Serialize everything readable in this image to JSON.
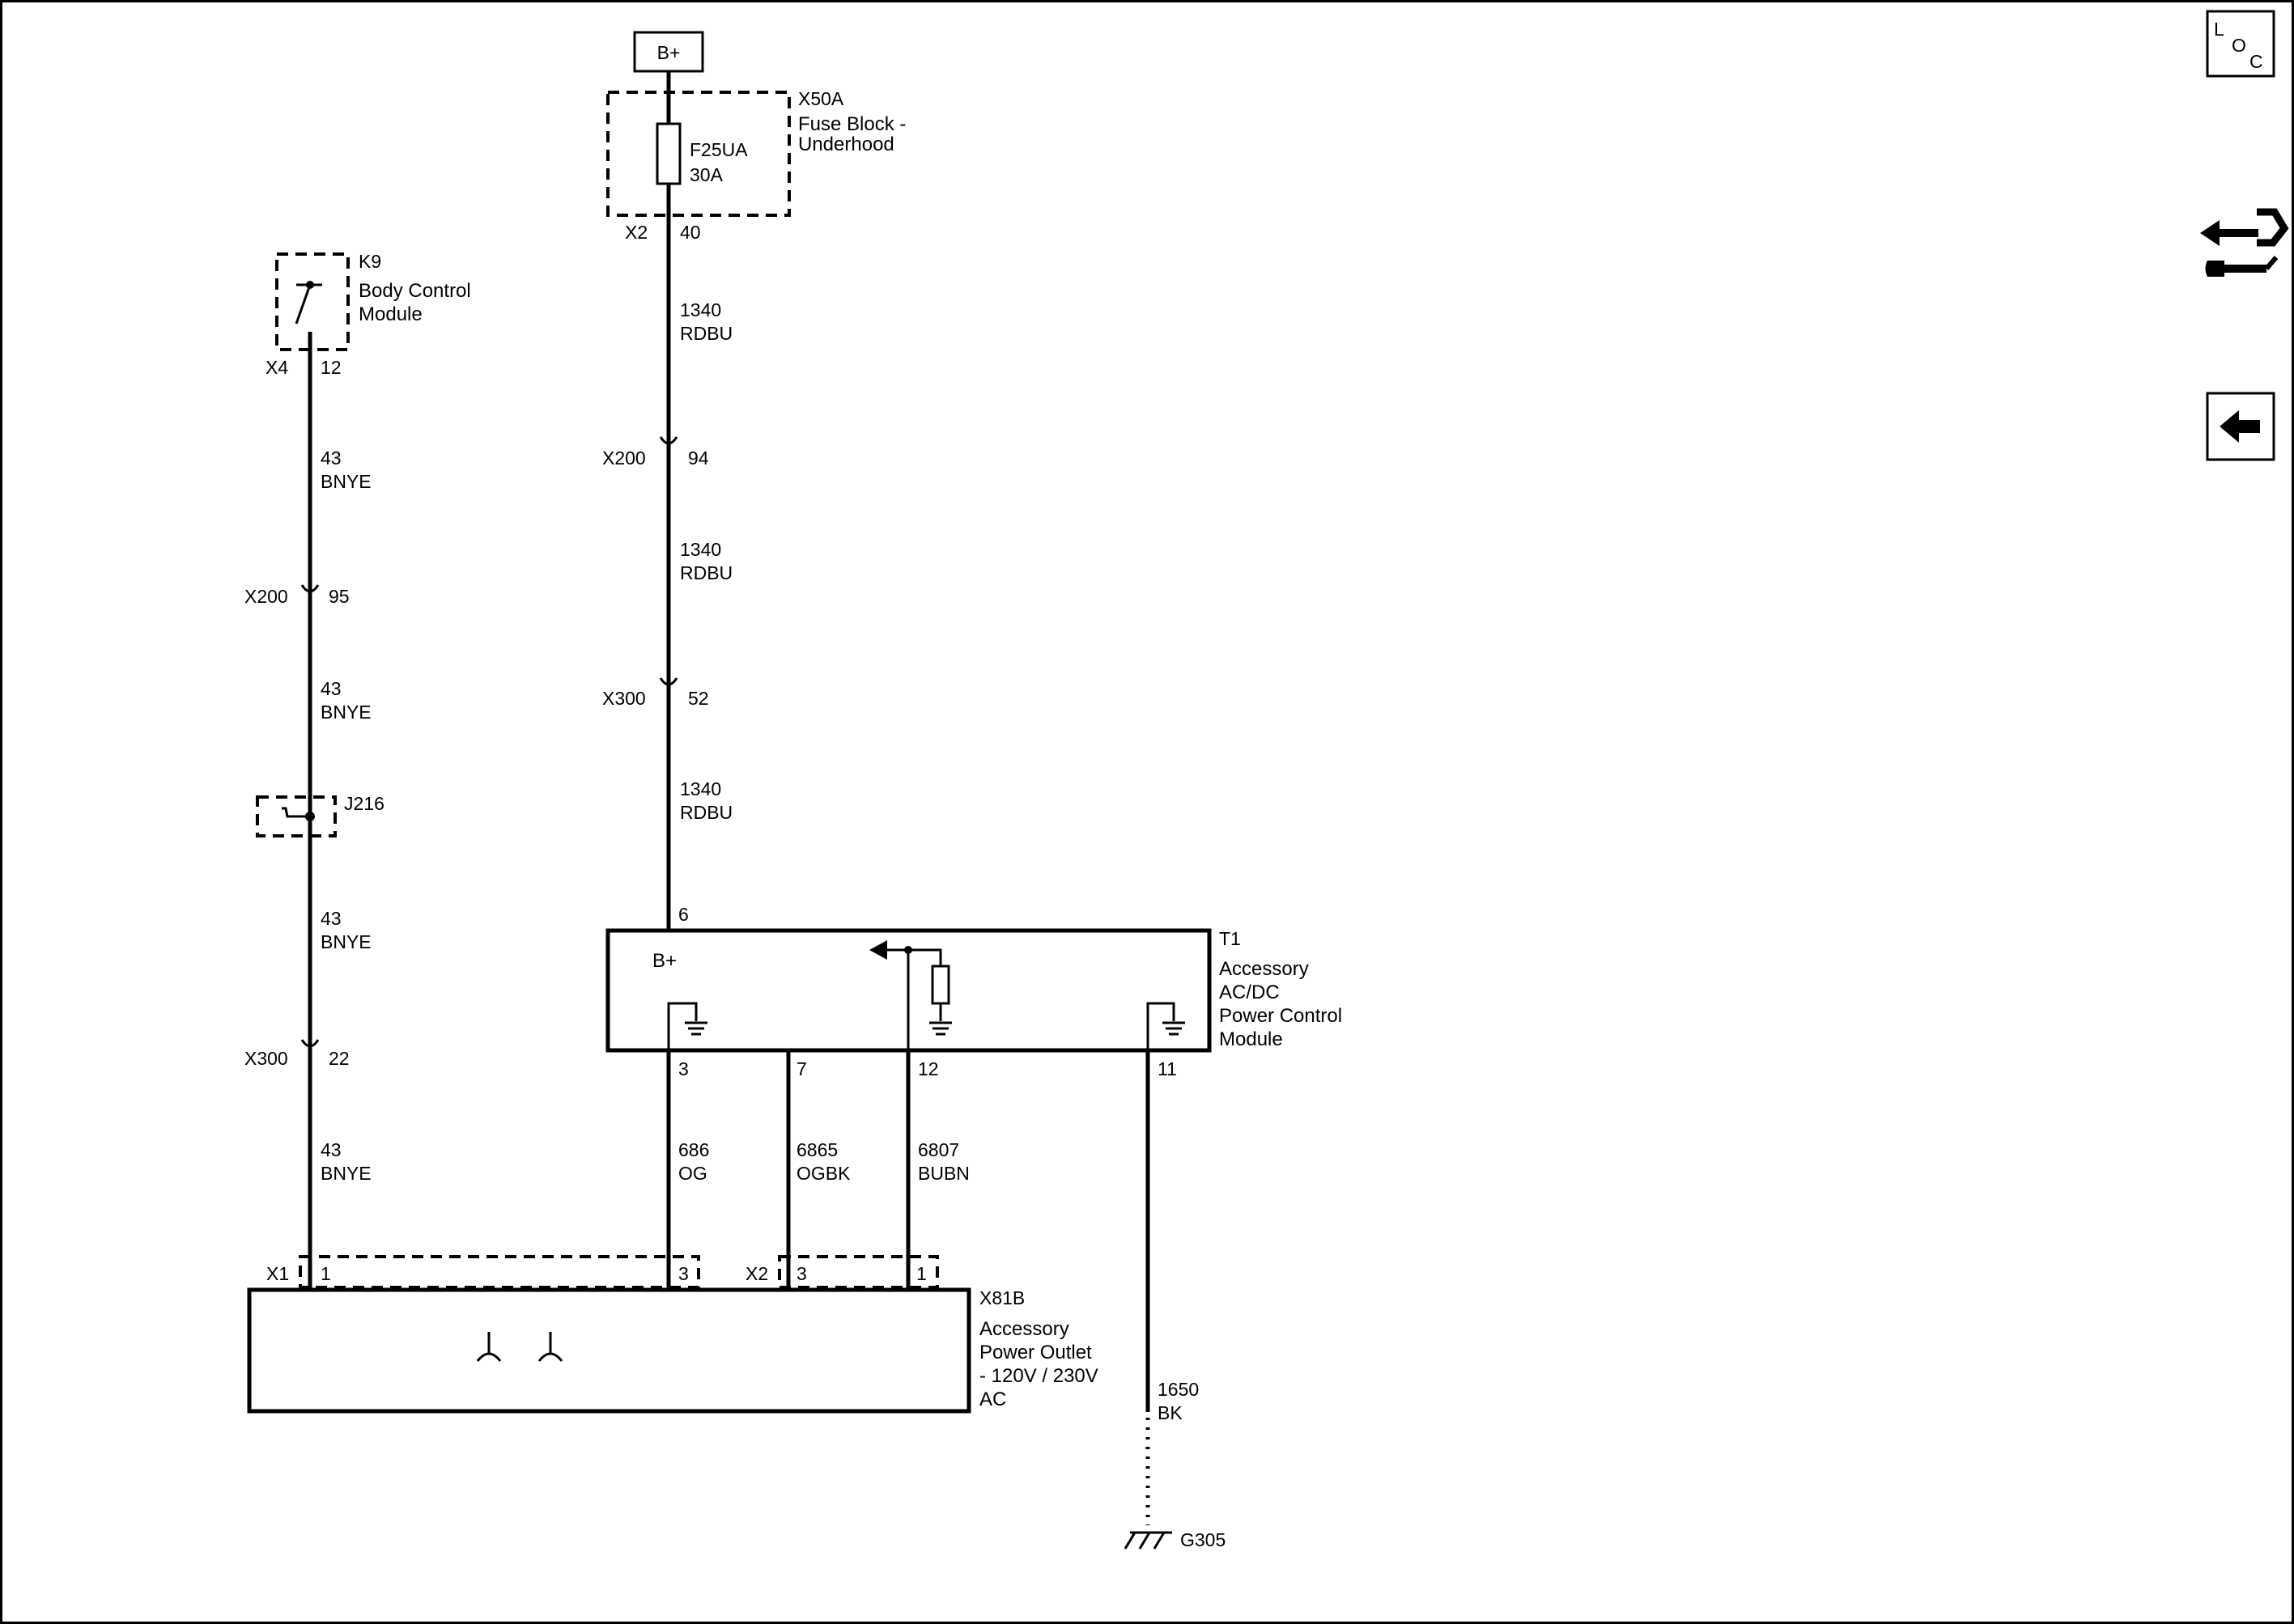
{
  "power_source": {
    "label": "B+"
  },
  "fuse_block": {
    "ref": "X50A",
    "name_line1": "Fuse Block -",
    "name_line2": "Underhood",
    "fuse_id": "F25UA",
    "fuse_rating": "30A",
    "connector": "X2",
    "pin": "40"
  },
  "bcm": {
    "ref": "K9",
    "name_line1": "Body Control",
    "name_line2": "Module",
    "connector": "X4",
    "pin": "12"
  },
  "splice": {
    "ref": "J216"
  },
  "wire_43": {
    "circuit": "43",
    "color": "BNYE"
  },
  "wire_1340": {
    "circuit": "1340",
    "color": "RDBU"
  },
  "inline_connectors": {
    "x200_name": "X200",
    "x200_pin_43": "95",
    "x200_pin_1340": "94",
    "x300_name": "X300",
    "x300_pin_43": "22",
    "x300_pin_1340": "52"
  },
  "module_t1": {
    "ref": "T1",
    "name_line1": "Accessory",
    "name_line2": "AC/DC",
    "name_line3": "Power Control",
    "name_line4": "Module",
    "bplus_label": "B+",
    "pin_bplus": "6",
    "pin_a": "3",
    "pin_b": "7",
    "pin_c": "12",
    "pin_d": "11"
  },
  "wire_686": {
    "circuit": "686",
    "color": "OG"
  },
  "wire_6865": {
    "circuit": "6865",
    "color": "OGBK"
  },
  "wire_6807": {
    "circuit": "6807",
    "color": "BUBN"
  },
  "wire_1650": {
    "circuit": "1650",
    "color": "BK"
  },
  "ground": {
    "ref": "G305"
  },
  "outlet": {
    "ref": "X81B",
    "name_line1": "Accessory",
    "name_line2": "Power Outlet",
    "name_line3": "- 120V / 230V",
    "name_line4": "AC",
    "x1_name": "X1",
    "x1_pin_1": "1",
    "x1_pin_3": "3",
    "x2_name": "X2",
    "x2_pin_3": "3",
    "x2_pin_1": "1"
  },
  "sidebar": {
    "loc_l": "L",
    "loc_o": "O",
    "loc_c": "C",
    "icons": [
      "loc-icon",
      "connector-icon",
      "back-arrow-icon"
    ]
  }
}
